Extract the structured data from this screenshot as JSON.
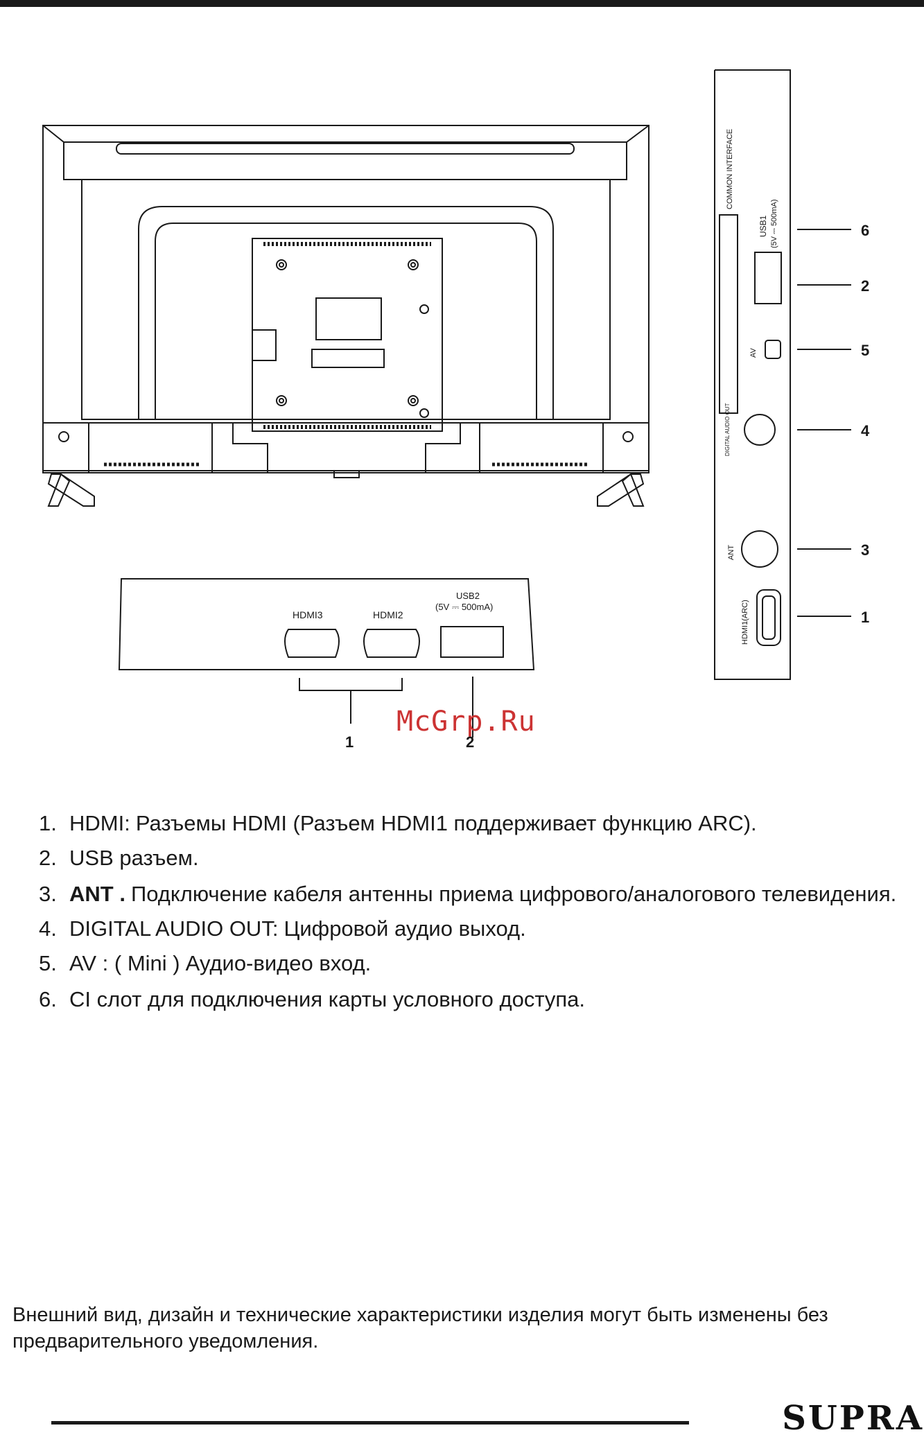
{
  "side_panel": {
    "common_interface": "COMMON INTERFACE",
    "usb1": "USB1",
    "usb1_power": "(5V ⎓ 500mA)",
    "av": "AV",
    "digital_audio_out": "DIGITAL AUDIO OUT",
    "ant": "ANT",
    "hdmi1": "HDMI1(ARC)",
    "callouts": [
      "6",
      "2",
      "5",
      "4",
      "3",
      "1"
    ]
  },
  "bottom_panel": {
    "hdmi3": "HDMI3",
    "hdmi2": "HDMI2",
    "usb2": "USB2",
    "usb2_power": "(5V ⎓ 500mA)",
    "callout_hdmi": "1",
    "callout_usb": "2"
  },
  "watermark": "McGrp.Ru",
  "legend": [
    {
      "num": "1.",
      "key": "HDMI:",
      "bold": false,
      "text": "Разъемы HDMI (Разъем HDMI1 поддерживает функцию ARC)."
    },
    {
      "num": "2.",
      "key": "USB разъем.",
      "bold": false,
      "text": ""
    },
    {
      "num": "3.",
      "key": "ANT .",
      "bold": true,
      "text": "Подключение кабеля антенны приема цифрового/аналогового телевидения."
    },
    {
      "num": "4.",
      "key": "DIGITAL AUDIO OUT:",
      "bold": false,
      "text": "Цифровой аудио выход."
    },
    {
      "num": "5.",
      "key": "AV : ( Mini )",
      "bold": false,
      "text": "Аудио-видео вход."
    },
    {
      "num": "6.",
      "key": "CI слот для подключения карты условного доступа.",
      "bold": false,
      "text": ""
    }
  ],
  "footnote": "Внешний вид, дизайн и технические характеристики изделия могут быть изменены без предварительного уведомления.",
  "brand": "SUPRA"
}
